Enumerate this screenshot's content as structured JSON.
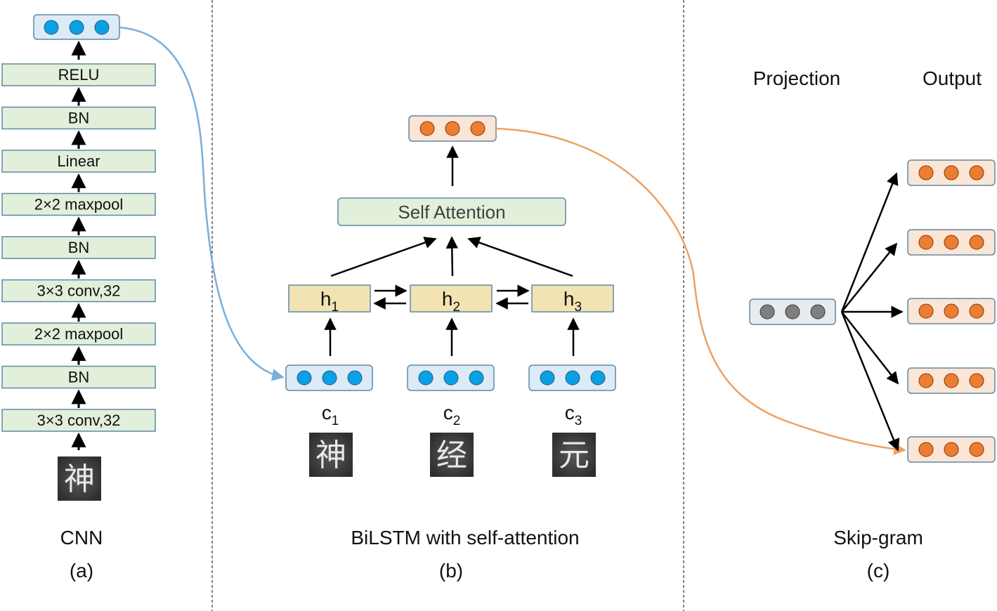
{
  "panels": {
    "a": {
      "title": "CNN",
      "caption": "(a)",
      "layers": [
        "RELU",
        "BN",
        "Linear",
        "2×2 maxpool",
        "BN",
        "3×3 conv,32",
        "2×2 maxpool",
        "BN",
        "3×3 conv,32"
      ],
      "input_character": "神"
    },
    "b": {
      "title": "BiLSTM with self-attention",
      "caption": "(b)",
      "attention_label": "Self Attention",
      "hidden_states": [
        {
          "base": "h",
          "sub": "1"
        },
        {
          "base": "h",
          "sub": "2"
        },
        {
          "base": "h",
          "sub": "3"
        }
      ],
      "inputs": [
        {
          "base": "c",
          "sub": "1",
          "character": "神"
        },
        {
          "base": "c",
          "sub": "2",
          "character": "经"
        },
        {
          "base": "c",
          "sub": "3",
          "character": "元"
        }
      ]
    },
    "c": {
      "title": "Skip-gram",
      "caption": "(c)",
      "projection_label": "Projection",
      "output_label": "Output",
      "output_count": 5
    }
  },
  "colors": {
    "layer_fill": "#e2efda",
    "layer_stroke": "#5f89a4",
    "blue_node": "#0aa0e6",
    "blue_vec_fill": "#ddebf7",
    "orange_node": "#ed7d31",
    "orange_vec_fill": "#fbe5d6",
    "gray_node": "#7f7f7f",
    "gray_vec_fill": "#e7ebf0",
    "hidden_fill": "#f3e3b3",
    "blue_connector": "#7aaed8",
    "orange_connector": "#f0a060"
  }
}
